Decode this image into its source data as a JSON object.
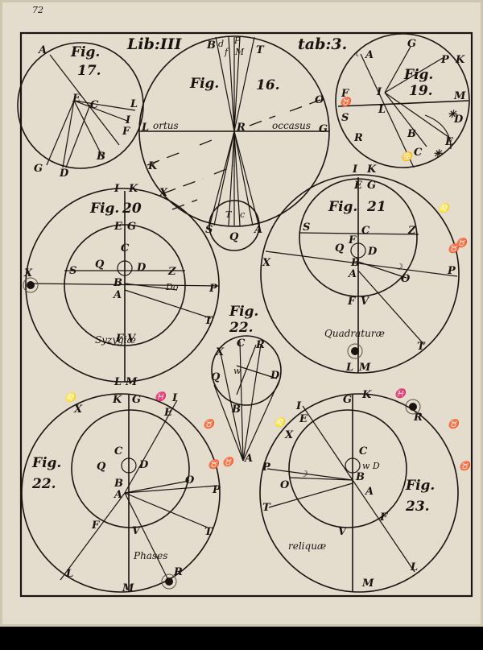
{
  "header": {
    "page_number": "72",
    "book": "Lib:III",
    "table": "tab:3."
  },
  "figures": {
    "fig17": {
      "title": "Fig.",
      "num": "17.",
      "labels": [
        "A",
        "E",
        "C",
        "L",
        "I",
        "F",
        "B",
        "G",
        "D"
      ]
    },
    "fig16": {
      "title": "Fig.",
      "num": "16.",
      "labels": [
        "B",
        "d",
        "P",
        "f",
        "M",
        "T",
        "O",
        "L",
        "R",
        "G",
        "K",
        "X",
        "S",
        "Q",
        "A",
        "T",
        "c"
      ],
      "ortus": "ortus",
      "occasus": "occasus"
    },
    "fig19": {
      "title": "Fig.",
      "num": "19.",
      "labels": [
        "A",
        "G",
        "P",
        "K",
        "I",
        "M",
        "F",
        "S",
        "L",
        "R",
        "B",
        "D",
        "E",
        "C"
      ]
    },
    "fig20": {
      "title": "Fig.",
      "num": "20",
      "labels": [
        "I",
        "K",
        "E",
        "G",
        "C",
        "Q",
        "D",
        "S",
        "Z",
        "B",
        "A",
        "P",
        "T",
        "X",
        "F",
        "V",
        "L",
        "M"
      ],
      "caption": "Syzygiæ"
    },
    "fig21": {
      "title": "Fig.",
      "num": "21",
      "labels": [
        "I",
        "K",
        "E",
        "G",
        "S",
        "C",
        "Z",
        "F",
        "Q",
        "B",
        "D",
        "P",
        "A",
        "O",
        "X",
        "F",
        "V",
        "T",
        "L",
        "M"
      ],
      "caption": "Quadraturæ"
    },
    "fig22a": {
      "title": "Fig.",
      "num": "22.",
      "labels": [
        "X",
        "C",
        "R",
        "D",
        "Q",
        "B",
        "A"
      ]
    },
    "fig22b": {
      "title": "Fig.",
      "num": "22.",
      "labels": [
        "K",
        "G",
        "I",
        "E",
        "X",
        "C",
        "Q",
        "D",
        "O",
        "P",
        "B",
        "A",
        "F",
        "V",
        "T",
        "L",
        "M",
        "R"
      ],
      "caption": "Phases"
    },
    "fig23": {
      "title": "Fig.",
      "num": "23.",
      "labels": [
        "I",
        "G",
        "K",
        "R",
        "E",
        "X",
        "C",
        "P",
        "O",
        "B",
        "A",
        "T",
        "F",
        "V",
        "L",
        "M"
      ],
      "caption": "reliquæ"
    }
  }
}
